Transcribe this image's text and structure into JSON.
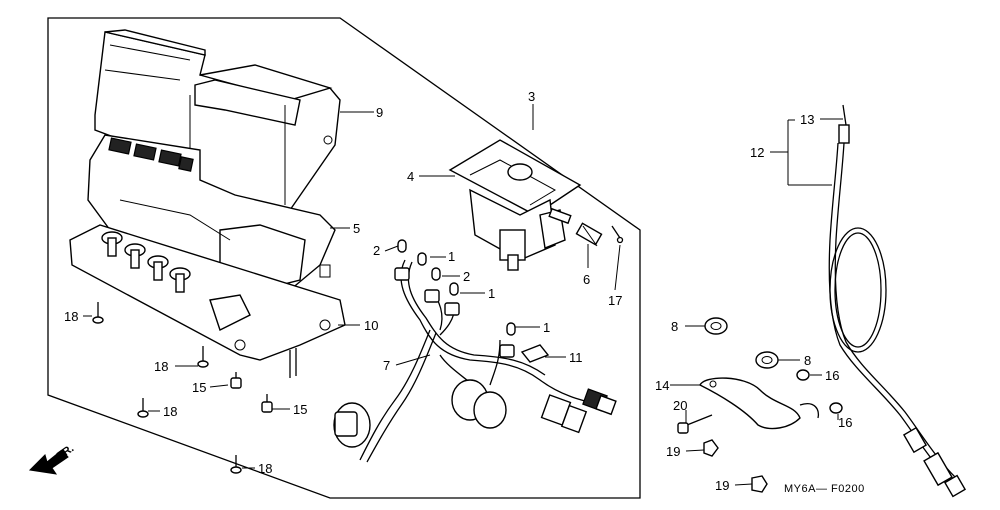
{
  "labels": {
    "l3": "3",
    "l4": "4",
    "l5": "5",
    "l6": "6",
    "l7": "7",
    "l8a": "8",
    "l8b": "8",
    "l9": "9",
    "l10": "10",
    "l11": "11",
    "l12": "12",
    "l13": "13",
    "l14": "14",
    "l15a": "15",
    "l15b": "15",
    "l16a": "16",
    "l16b": "16",
    "l17": "17",
    "l18a": "18",
    "l18b": "18",
    "l18c": "18",
    "l18d": "18",
    "l19a": "19",
    "l19b": "19",
    "l20": "20",
    "l1a": "1",
    "l1b": "1",
    "l1c": "1",
    "l2a": "2",
    "l2b": "2"
  },
  "diagram_code": "MY6A— F0200",
  "direction_label": "FR."
}
